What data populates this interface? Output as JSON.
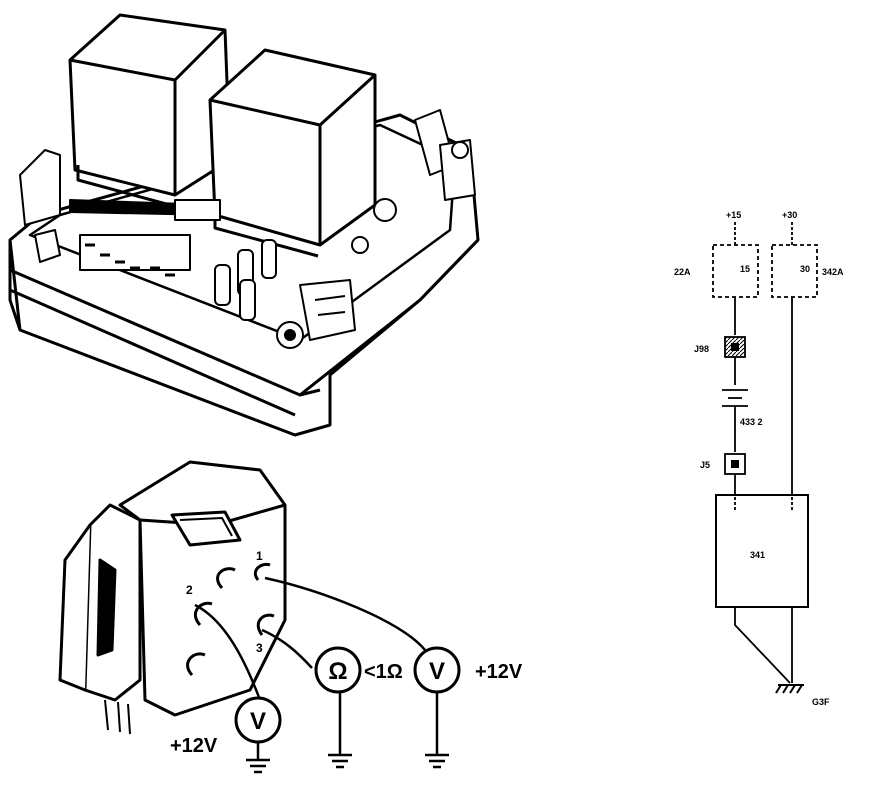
{
  "meters": {
    "left_voltmeter": {
      "symbol": "V",
      "reading": "+12V"
    },
    "ohmmeter": {
      "symbol": "Ω",
      "reading": "<1Ω"
    },
    "right_voltmeter": {
      "symbol": "V",
      "reading": "+12V"
    }
  },
  "connector_pins": [
    "1",
    "2",
    "3"
  ],
  "schematic": {
    "top_left_terminal": "+15",
    "top_right_terminal": "+30",
    "fuse_left_label": "22A",
    "fuse_left_inner": "15",
    "fuse_right_label": "342A",
    "fuse_right_inner": "30",
    "connector_upper_label": "J98",
    "switch_label": "433 2",
    "connector_lower_label": "J5",
    "unit_label": "341",
    "ground_label": "G3F"
  }
}
